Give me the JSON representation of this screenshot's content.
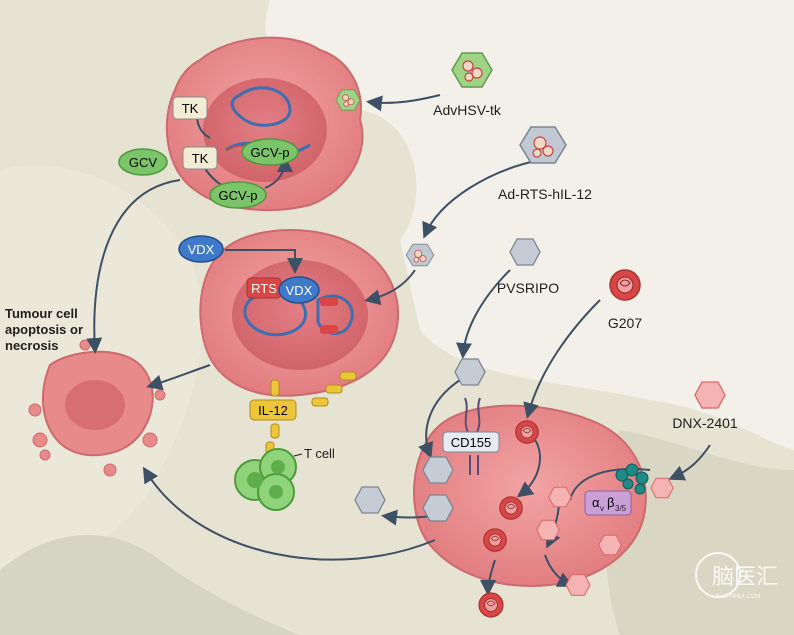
{
  "viruses": {
    "advhsv": "AdvHSV-tk",
    "adrts": "Ad-RTS-hIL-12",
    "pvsripo": "PVSRIPO",
    "g207": "G207",
    "dnx": "DNX-2401"
  },
  "labels": {
    "tk1": "TK",
    "tk2": "TK",
    "gcv": "GCV",
    "gcvp1": "GCV-p",
    "gcvp2": "GCV-p",
    "vdx1": "VDX",
    "vdx2": "VDX",
    "rts": "RTS",
    "il12": "IL-12",
    "tcell": "T cell",
    "cd155": "CD155",
    "integrin_a": "α",
    "integrin_v": "v",
    "integrin_b": "β",
    "integrin_35": "3/5",
    "apoptosis_line1": "Tumour cell",
    "apoptosis_line2": "apoptosis or",
    "apoptosis_line3": "necrosis"
  },
  "watermark": {
    "text": "脑医汇",
    "sub": "NAOYIHUI.COM"
  },
  "colors": {
    "background": "#f2f0e8",
    "tissue": "#e3e0cf",
    "cell": "#e98a8a",
    "nucleus": "#d76e72",
    "dna_blue": "#3b6fb0",
    "dna_red": "#c8443f",
    "virus_green": "#8fcb7a",
    "virus_grey": "#b9bfc8",
    "virus_red": "#d84646",
    "gcv_green": "#7cc46a",
    "vdx_blue": "#3f79c9",
    "il12_yellow": "#ecc53a",
    "integrin_purple": "#caa0d6",
    "arrow": "#3d5066"
  }
}
